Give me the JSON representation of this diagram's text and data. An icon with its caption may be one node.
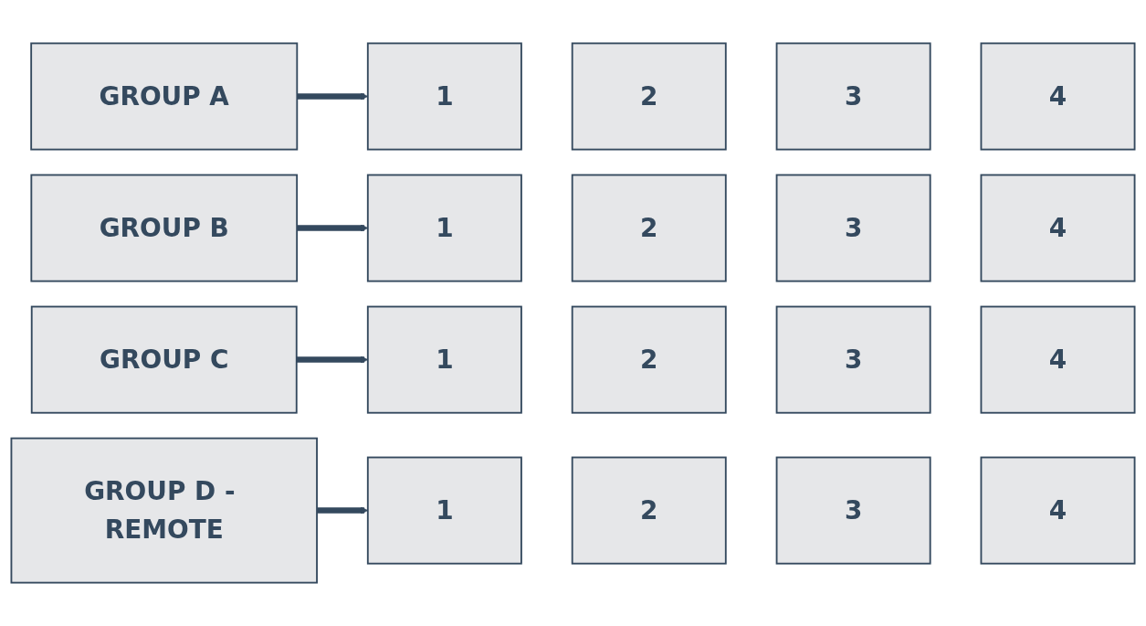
{
  "diagram": {
    "nodes": [
      {
        "text": [
          "GROUP A"
        ]
      },
      {
        "text": [
          "1"
        ]
      },
      {
        "text": [
          "2"
        ]
      },
      {
        "text": [
          "3"
        ]
      },
      {
        "text": [
          "4"
        ]
      },
      {
        "text": [
          "GROUP B"
        ]
      },
      {
        "text": [
          "1"
        ]
      },
      {
        "text": [
          "2"
        ]
      },
      {
        "text": [
          "3"
        ]
      },
      {
        "text": [
          "4"
        ]
      },
      {
        "text": [
          "GROUP C"
        ]
      },
      {
        "text": [
          "1"
        ]
      },
      {
        "text": [
          "2"
        ]
      },
      {
        "text": [
          "3"
        ]
      },
      {
        "text": [
          "4"
        ]
      },
      {
        "text": [
          "GROUP D - REMOTE"
        ]
      },
      {
        "text": [
          "1"
        ]
      },
      {
        "text": [
          "2"
        ]
      },
      {
        "text": [
          "3"
        ]
      },
      {
        "text": [
          "4"
        ]
      }
    ],
    "edges": [
      {
        "from": 0,
        "to": 1,
        "arrow": "to"
      },
      {
        "from": 5,
        "to": 6,
        "arrow": "to"
      },
      {
        "from": 10,
        "to": 11,
        "arrow": "to"
      },
      {
        "from": 15,
        "to": 16,
        "arrow": "to"
      }
    ]
  }
}
